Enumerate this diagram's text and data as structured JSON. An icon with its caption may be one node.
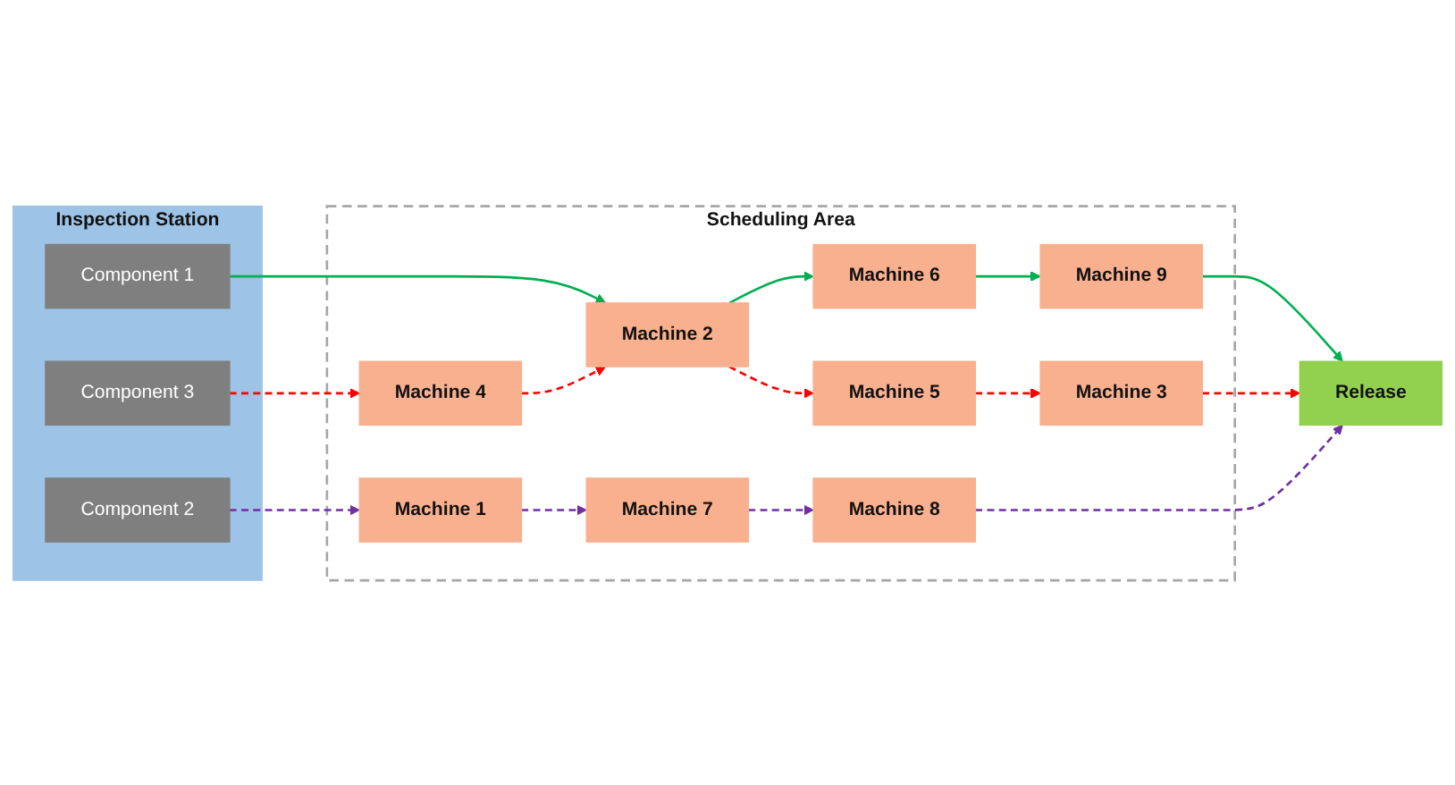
{
  "diagram": {
    "nodes": [
      {
        "text": [
          "Inspection Station"
        ]
      },
      {
        "text": [
          "Component 1"
        ],
        "in": 0
      },
      {
        "text": [
          "Component 2"
        ],
        "in": 0
      },
      {
        "text": [
          "Component 3"
        ],
        "in": 0
      },
      {
        "text": [
          "Scheduling Area"
        ]
      },
      {
        "text": [
          "Machine 1"
        ],
        "in": 4
      },
      {
        "text": [
          "Machine 2"
        ],
        "in": 4
      },
      {
        "text": [
          "Machine 3"
        ],
        "in": 4
      },
      {
        "text": [
          "Machine 4"
        ],
        "in": 4
      },
      {
        "text": [
          "Machine 5"
        ],
        "in": 4
      },
      {
        "text": [
          "Machine 6"
        ],
        "in": 4
      },
      {
        "text": [
          "Machine 7"
        ],
        "in": 4
      },
      {
        "text": [
          "Machine 8"
        ],
        "in": 4
      },
      {
        "text": [
          "Machine 9"
        ],
        "in": 4
      },
      {
        "text": [
          "Release"
        ]
      }
    ],
    "edges": [
      {
        "from": 1,
        "to": 6,
        "arrow": "to",
        "color": "#00b050"
      },
      {
        "from": 6,
        "to": 10,
        "arrow": "to",
        "color": "#00b050"
      },
      {
        "from": 10,
        "to": 13,
        "arrow": "to",
        "color": "#00b050"
      },
      {
        "from": 13,
        "to": 14,
        "arrow": "to",
        "color": "#00b050"
      },
      {
        "from": 2,
        "to": 5,
        "arrow": "to",
        "style": "dashed",
        "color": "#7030a0"
      },
      {
        "from": 5,
        "to": 11,
        "arrow": "to",
        "style": "dashed",
        "color": "#7030a0"
      },
      {
        "from": 11,
        "to": 12,
        "arrow": "to",
        "style": "dashed",
        "color": "#7030a0"
      },
      {
        "from": 12,
        "to": 14,
        "arrow": "to",
        "style": "dashed",
        "color": "#7030a0"
      },
      {
        "from": 3,
        "to": 8,
        "arrow": "to",
        "style": "dashed",
        "color": "#ff0000"
      },
      {
        "from": 8,
        "to": 6,
        "arrow": "to",
        "style": "dashed",
        "color": "#ff0000"
      },
      {
        "from": 6,
        "to": 9,
        "arrow": "to",
        "style": "dashed",
        "color": "#ff0000"
      },
      {
        "from": 9,
        "to": 7,
        "arrow": "to",
        "style": "dashed",
        "color": "#ff0000"
      },
      {
        "from": 7,
        "to": 14,
        "arrow": "to",
        "style": "dashed",
        "color": "#ff0000"
      }
    ]
  }
}
